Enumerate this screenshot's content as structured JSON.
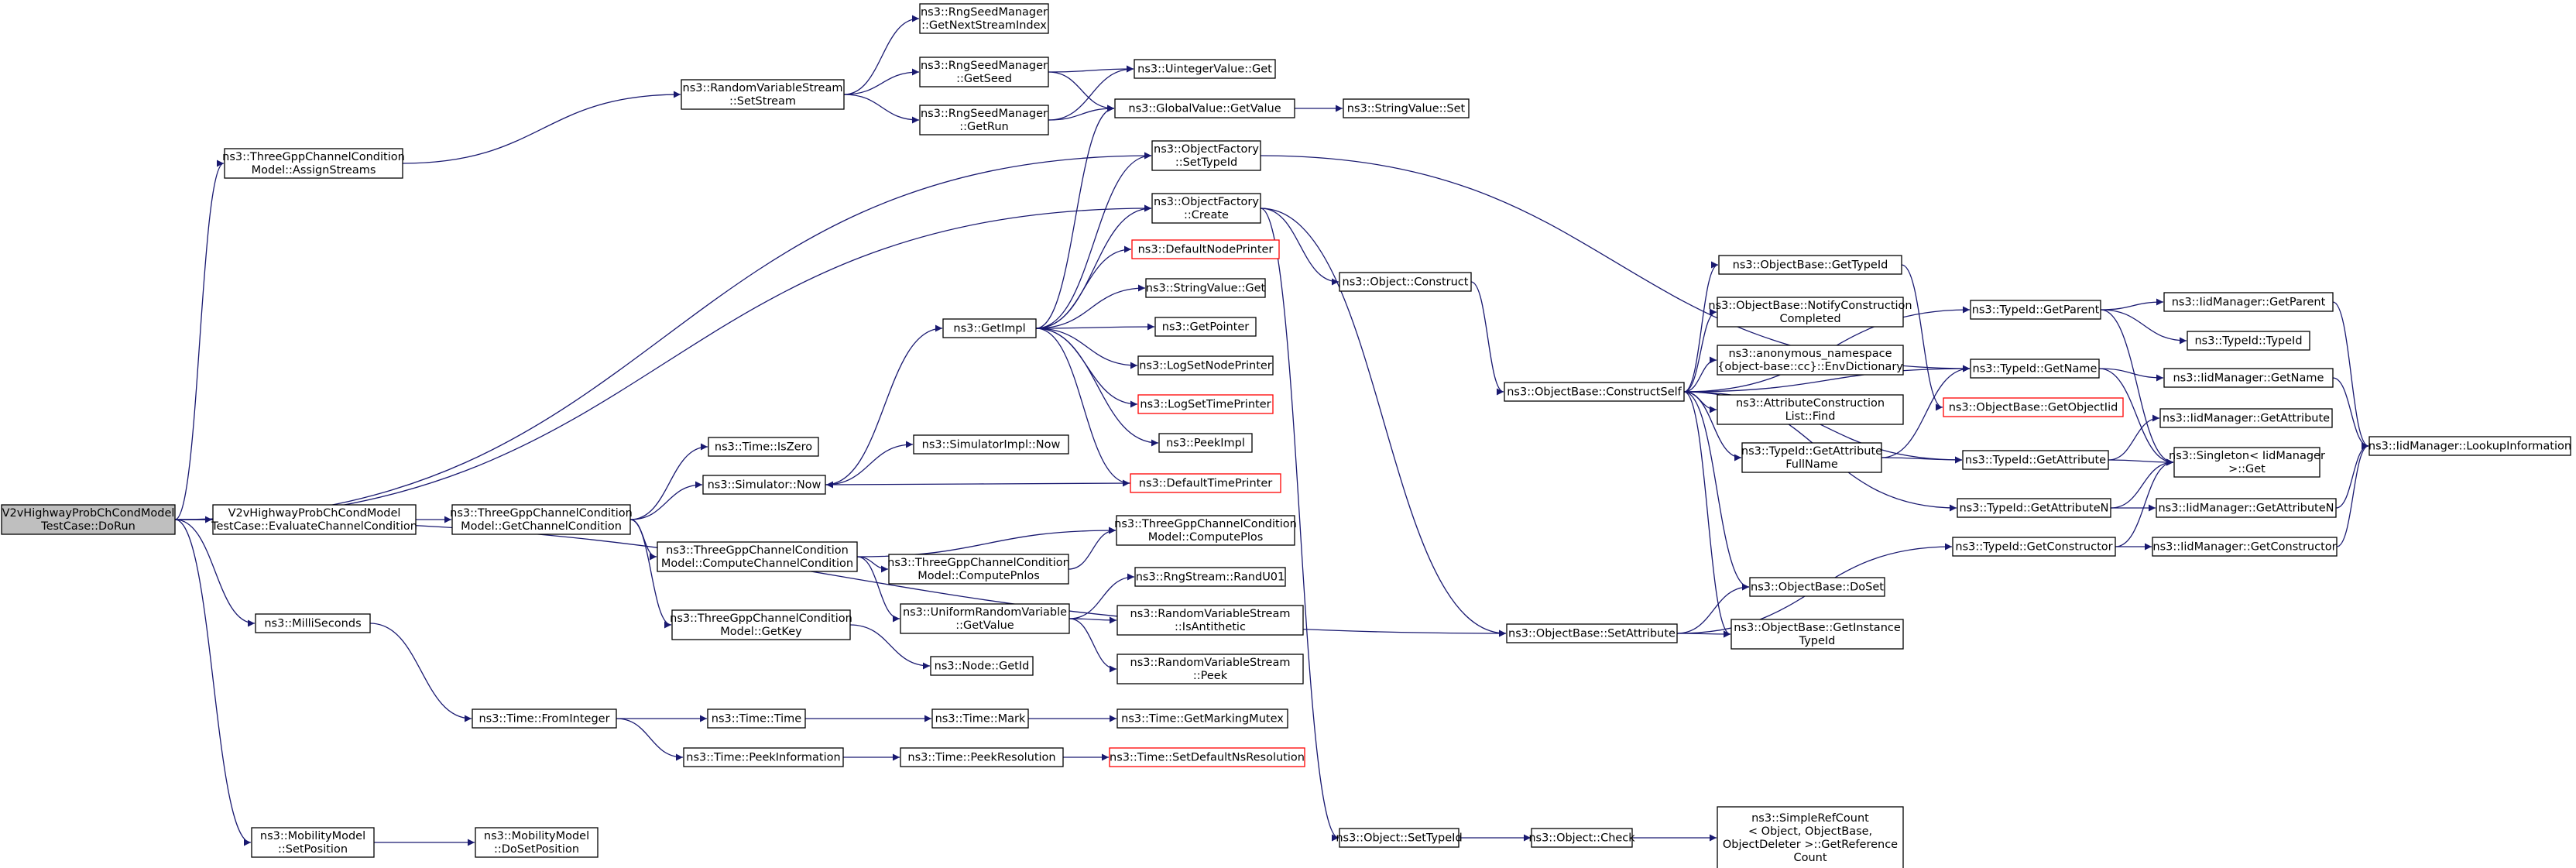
{
  "graph": {
    "colors": {
      "background": "#ffffff",
      "edge": "#191970",
      "root_fill": "#bfbfbf",
      "node_fill": "#ffffff",
      "node_border": "#000000",
      "undocumented_border": "#ff0000"
    },
    "nodes": [
      {
        "id": "root",
        "lines": [
          "V2vHighwayProbChCondModel",
          "TestCase::DoRun"
        ],
        "style": "root"
      },
      {
        "id": "assign",
        "lines": [
          "ns3::ThreeGppChannelCondition",
          "Model::AssignStreams"
        ],
        "style": "normal"
      },
      {
        "id": "eval",
        "lines": [
          "V2vHighwayProbChCondModel",
          "TestCase::EvaluateChannelCondition"
        ],
        "style": "normal"
      },
      {
        "id": "milli",
        "lines": [
          "ns3::MilliSeconds"
        ],
        "style": "normal"
      },
      {
        "id": "mobset",
        "lines": [
          "ns3::MobilityModel",
          "::SetPosition"
        ],
        "style": "normal"
      },
      {
        "id": "mobdo",
        "lines": [
          "ns3::MobilityModel",
          "::DoSetPosition"
        ],
        "style": "normal"
      },
      {
        "id": "rvs",
        "lines": [
          "ns3::RandomVariableStream",
          "::SetStream"
        ],
        "style": "normal"
      },
      {
        "id": "nextstream",
        "lines": [
          "ns3::RngSeedManager",
          "::GetNextStreamIndex"
        ],
        "style": "normal"
      },
      {
        "id": "getseed",
        "lines": [
          "ns3::RngSeedManager",
          "::GetSeed"
        ],
        "style": "normal"
      },
      {
        "id": "getrun",
        "lines": [
          "ns3::RngSeedManager",
          "::GetRun"
        ],
        "style": "normal"
      },
      {
        "id": "uint",
        "lines": [
          "ns3::UintegerValue::Get"
        ],
        "style": "normal"
      },
      {
        "id": "gv",
        "lines": [
          "ns3::GlobalValue::GetValue"
        ],
        "style": "normal"
      },
      {
        "id": "strset",
        "lines": [
          "ns3::StringValue::Set"
        ],
        "style": "normal"
      },
      {
        "id": "offset",
        "lines": [
          "ns3::ObjectFactory",
          "::SetTypeId"
        ],
        "style": "normal"
      },
      {
        "id": "ofcreate",
        "lines": [
          "ns3::ObjectFactory",
          "::Create"
        ],
        "style": "normal"
      },
      {
        "id": "defnode",
        "lines": [
          "ns3::DefaultNodePrinter"
        ],
        "style": "red"
      },
      {
        "id": "strget",
        "lines": [
          "ns3::StringValue::Get"
        ],
        "style": "normal"
      },
      {
        "id": "getptr",
        "lines": [
          "ns3::GetPointer"
        ],
        "style": "normal"
      },
      {
        "id": "lognode",
        "lines": [
          "ns3::LogSetNodePrinter"
        ],
        "style": "normal"
      },
      {
        "id": "logtime",
        "lines": [
          "ns3::LogSetTimePrinter"
        ],
        "style": "red"
      },
      {
        "id": "peekimpl",
        "lines": [
          "ns3::PeekImpl"
        ],
        "style": "normal"
      },
      {
        "id": "deftime",
        "lines": [
          "ns3::DefaultTimePrinter"
        ],
        "style": "red"
      },
      {
        "id": "getimpl",
        "lines": [
          "ns3::GetImpl"
        ],
        "style": "normal"
      },
      {
        "id": "simnowimpl",
        "lines": [
          "ns3::SimulatorImpl::Now"
        ],
        "style": "normal"
      },
      {
        "id": "iszero",
        "lines": [
          "ns3::Time::IsZero"
        ],
        "style": "normal"
      },
      {
        "id": "simnow",
        "lines": [
          "ns3::Simulator::Now"
        ],
        "style": "normal"
      },
      {
        "id": "getcc",
        "lines": [
          "ns3::ThreeGppChannelCondition",
          "Model::GetChannelCondition"
        ],
        "style": "normal"
      },
      {
        "id": "compcc",
        "lines": [
          "ns3::ThreeGppChannelCondition",
          "Model::ComputeChannelCondition"
        ],
        "style": "normal"
      },
      {
        "id": "plos",
        "lines": [
          "ns3::ThreeGppChannelCondition",
          "Model::ComputePlos"
        ],
        "style": "normal"
      },
      {
        "id": "pnlos",
        "lines": [
          "ns3::ThreeGppChannelCondition",
          "Model::ComputePnlos"
        ],
        "style": "normal"
      },
      {
        "id": "randu",
        "lines": [
          "ns3::RngStream::RandU01"
        ],
        "style": "normal"
      },
      {
        "id": "urv",
        "lines": [
          "ns3::UniformRandomVariable",
          "::GetValue"
        ],
        "style": "normal"
      },
      {
        "id": "isanti",
        "lines": [
          "ns3::RandomVariableStream",
          "::IsAntithetic"
        ],
        "style": "normal"
      },
      {
        "id": "rvspeek",
        "lines": [
          "ns3::RandomVariableStream",
          "::Peek"
        ],
        "style": "normal"
      },
      {
        "id": "getkey",
        "lines": [
          "ns3::ThreeGppChannelCondition",
          "Model::GetKey"
        ],
        "style": "normal"
      },
      {
        "id": "nodegetid",
        "lines": [
          "ns3::Node::GetId"
        ],
        "style": "normal"
      },
      {
        "id": "fromint",
        "lines": [
          "ns3::Time::FromInteger"
        ],
        "style": "normal"
      },
      {
        "id": "timetime",
        "lines": [
          "ns3::Time::Time"
        ],
        "style": "normal"
      },
      {
        "id": "timemark",
        "lines": [
          "ns3::Time::Mark"
        ],
        "style": "normal"
      },
      {
        "id": "mutex",
        "lines": [
          "ns3::Time::GetMarkingMutex"
        ],
        "style": "normal"
      },
      {
        "id": "peekinfo",
        "lines": [
          "ns3::Time::PeekInformation"
        ],
        "style": "normal"
      },
      {
        "id": "peekres",
        "lines": [
          "ns3::Time::PeekResolution"
        ],
        "style": "normal"
      },
      {
        "id": "setdefres",
        "lines": [
          "ns3::Time::SetDefaultNsResolution"
        ],
        "style": "red"
      },
      {
        "id": "objconstruct",
        "lines": [
          "ns3::Object::Construct"
        ],
        "style": "normal"
      },
      {
        "id": "constructself",
        "lines": [
          "ns3::ObjectBase::ConstructSelf"
        ],
        "style": "normal"
      },
      {
        "id": "setattr",
        "lines": [
          "ns3::ObjectBase::SetAttribute"
        ],
        "style": "normal"
      },
      {
        "id": "objsettid",
        "lines": [
          "ns3::Object::SetTypeId"
        ],
        "style": "normal"
      },
      {
        "id": "objcheck",
        "lines": [
          "ns3::Object::Check"
        ],
        "style": "normal"
      },
      {
        "id": "refcount",
        "lines": [
          "ns3::SimpleRefCount",
          "< Object, ObjectBase,",
          "ObjectDeleter >::GetReference",
          "Count"
        ],
        "style": "normal"
      },
      {
        "id": "obgettid",
        "lines": [
          "ns3::ObjectBase::GetTypeId"
        ],
        "style": "normal"
      },
      {
        "id": "notify",
        "lines": [
          "ns3::ObjectBase::NotifyConstruction",
          "Completed"
        ],
        "style": "normal"
      },
      {
        "id": "envdict",
        "lines": [
          "ns3::anonymous_namespace",
          "{object-base::cc}::EnvDictionary"
        ],
        "style": "normal"
      },
      {
        "id": "attrfind",
        "lines": [
          "ns3::AttributeConstruction",
          "List::Find"
        ],
        "style": "normal"
      },
      {
        "id": "getattrfull",
        "lines": [
          "ns3::TypeId::GetAttribute",
          "FullName"
        ],
        "style": "normal"
      },
      {
        "id": "dosetattr",
        "lines": [
          "ns3::ObjectBase::DoSet"
        ],
        "style": "normal"
      },
      {
        "id": "getinsttid",
        "lines": [
          "ns3::ObjectBase::GetInstance",
          "TypeId"
        ],
        "style": "normal"
      },
      {
        "id": "getparent",
        "lines": [
          "ns3::TypeId::GetParent"
        ],
        "style": "normal"
      },
      {
        "id": "getoiid",
        "lines": [
          "ns3::ObjectBase::GetObjectIid"
        ],
        "style": "red"
      },
      {
        "id": "tidgetname",
        "lines": [
          "ns3::TypeId::GetName"
        ],
        "style": "normal"
      },
      {
        "id": "tidgetattr",
        "lines": [
          "ns3::TypeId::GetAttribute"
        ],
        "style": "normal"
      },
      {
        "id": "tidgetattrn",
        "lines": [
          "ns3::TypeId::GetAttributeN"
        ],
        "style": "normal"
      },
      {
        "id": "tidgetctor",
        "lines": [
          "ns3::TypeId::GetConstructor"
        ],
        "style": "normal"
      },
      {
        "id": "iidgetparent",
        "lines": [
          "ns3::IidManager::GetParent"
        ],
        "style": "normal"
      },
      {
        "id": "tidtid",
        "lines": [
          "ns3::TypeId::TypeId"
        ],
        "style": "normal"
      },
      {
        "id": "iidgetname",
        "lines": [
          "ns3::IidManager::GetName"
        ],
        "style": "normal"
      },
      {
        "id": "iidgetattr",
        "lines": [
          "ns3::IidManager::GetAttribute"
        ],
        "style": "normal"
      },
      {
        "id": "singleton",
        "lines": [
          "ns3::Singleton< IidManager",
          ">::Get"
        ],
        "style": "normal"
      },
      {
        "id": "iidgetattrn",
        "lines": [
          "ns3::IidManager::GetAttributeN"
        ],
        "style": "normal"
      },
      {
        "id": "iidgetctor",
        "lines": [
          "ns3::IidManager::GetConstructor"
        ],
        "style": "normal"
      },
      {
        "id": "lookup",
        "lines": [
          "ns3::IidManager::LookupInformation"
        ],
        "style": "normal"
      }
    ]
  }
}
